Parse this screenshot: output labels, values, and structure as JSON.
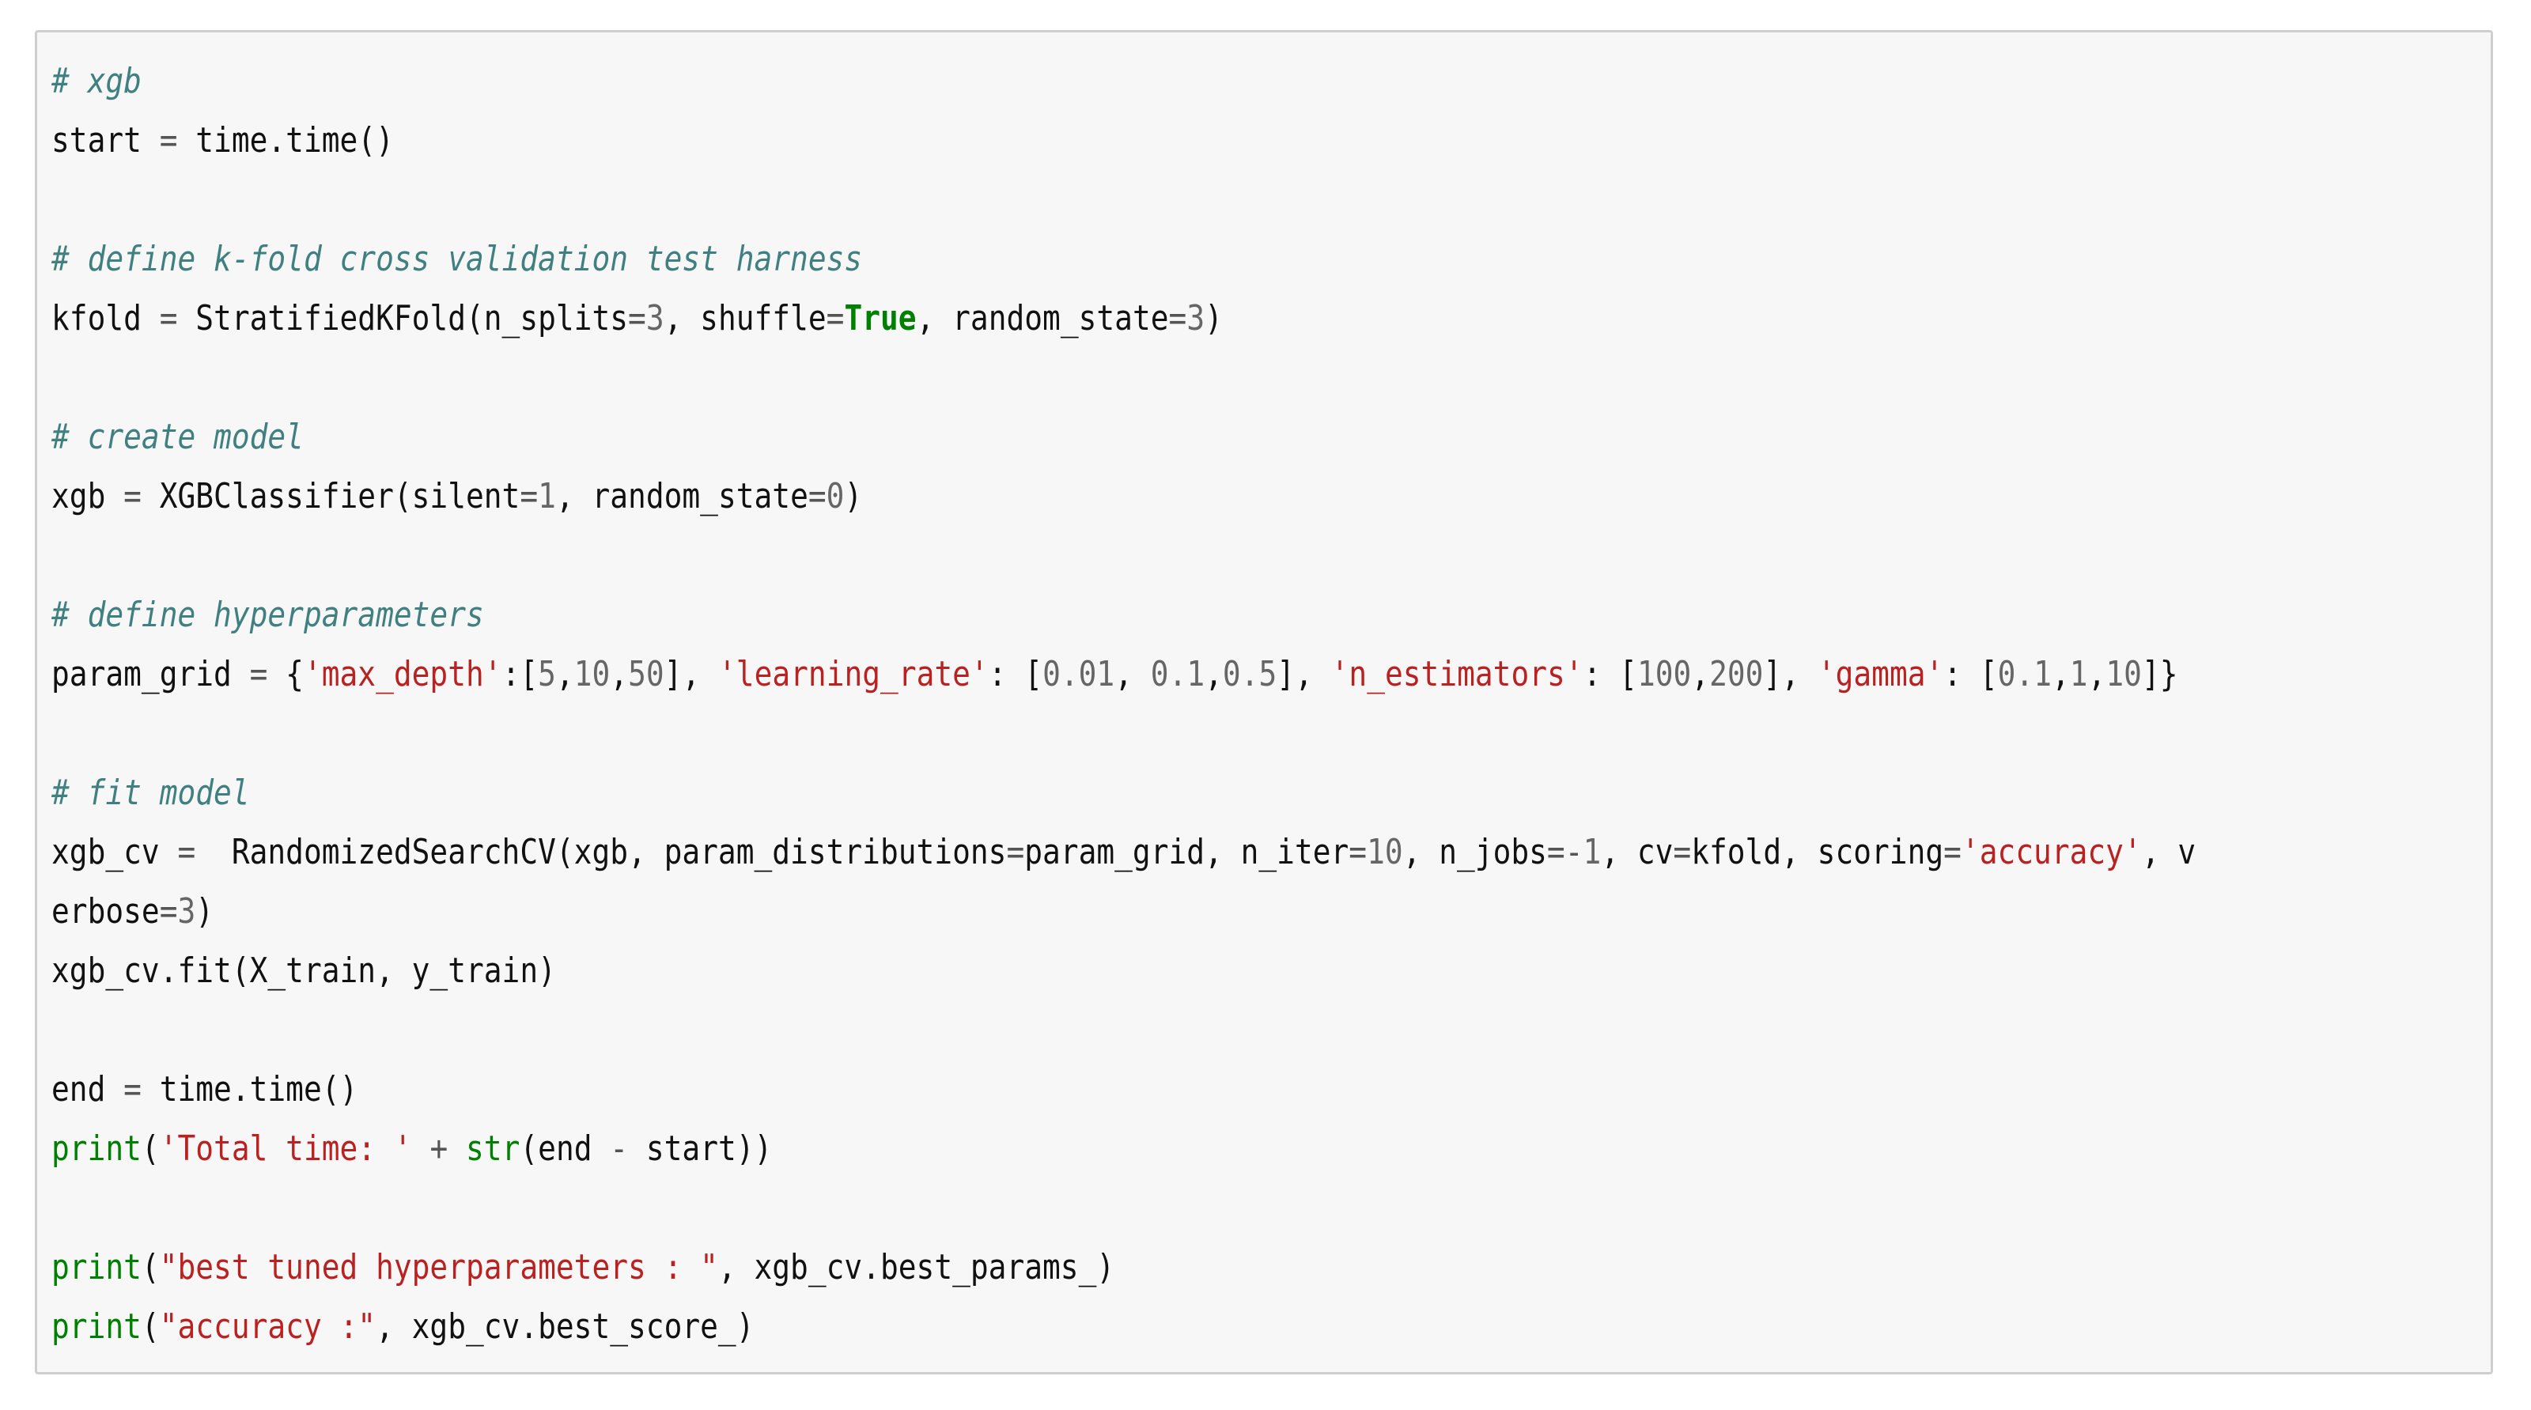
{
  "code": {
    "comment_xgb": "# xgb",
    "comment_kfold": "# define k-fold cross validation test harness",
    "comment_create": "# create model",
    "comment_hyper": "# define hyperparameters",
    "comment_fit": "# fit model",
    "kw_true": "True",
    "str_max_depth": "'max_depth'",
    "str_learning_rate": "'learning_rate'",
    "str_n_estimators": "'n_estimators'",
    "str_gamma": "'gamma'",
    "str_accuracy_scoring": "'accuracy'",
    "str_total_time": "'Total time: '",
    "str_best_tuned": "\"best tuned hyperparameters : \"",
    "str_accuracy": "\"accuracy :\"",
    "fn_print": "print",
    "fn_str": "str"
  },
  "colors": {
    "comment": "#408080",
    "string": "#ba2121",
    "number": "#666666",
    "keyword": "#008000",
    "background": "#f7f7f7",
    "border": "#cfcfcf"
  }
}
